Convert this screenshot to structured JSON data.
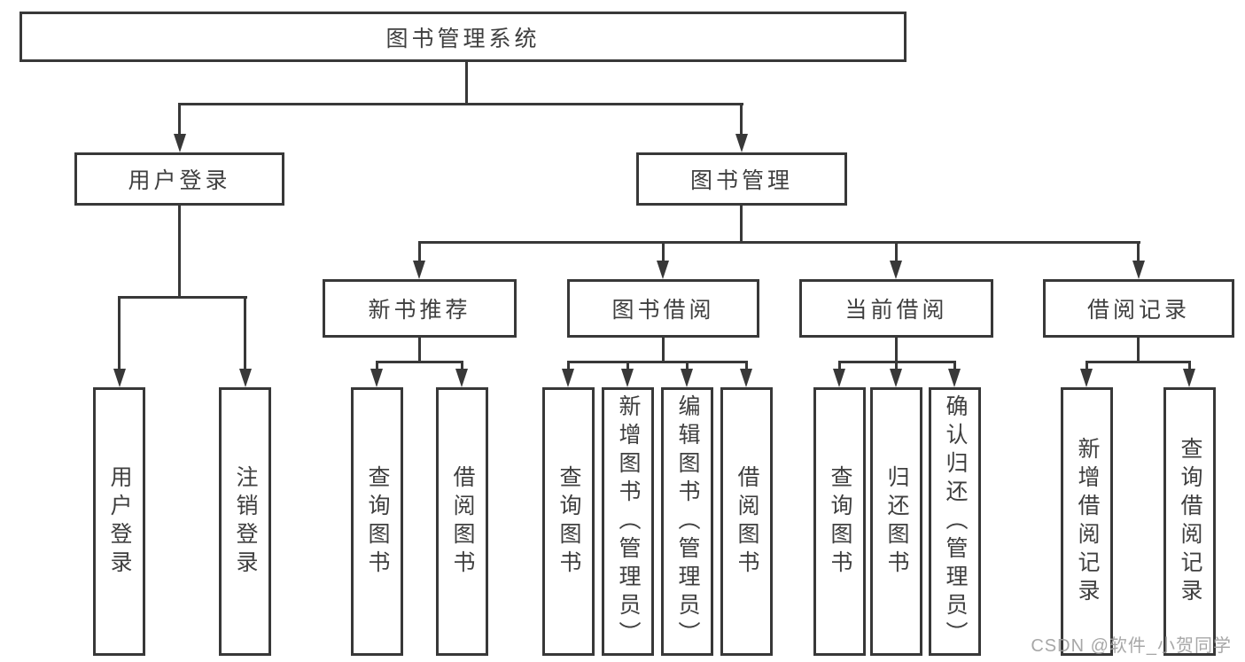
{
  "diagram": {
    "root": "图书管理系统",
    "level2": {
      "user_login": "用户登录",
      "book_mgmt": "图书管理"
    },
    "level3": {
      "new_books": "新书推荐",
      "book_borrow": "图书借阅",
      "current_borrow": "当前借阅",
      "borrow_records": "借阅记录"
    },
    "leaves": {
      "login": "用户登录",
      "logout": "注销登录",
      "nb_query": "查询图书",
      "nb_borrow": "借阅图书",
      "bb_query": "查询图书",
      "bb_add": "新增图书（管理员）",
      "bb_edit": "编辑图书（管理员）",
      "bb_borrow": "借阅图书",
      "cb_query": "查询图书",
      "cb_return": "归还图书",
      "cb_confirm": "确认归还（管理员）",
      "br_add": "新增借阅记录",
      "br_query": "查询借阅记录"
    }
  },
  "watermark": "CSDN @软件_小贺同学",
  "colors": {
    "line": "#383838",
    "text": "#3f3f3f",
    "background": "#ffffff",
    "watermark": "#9e9e9e"
  }
}
